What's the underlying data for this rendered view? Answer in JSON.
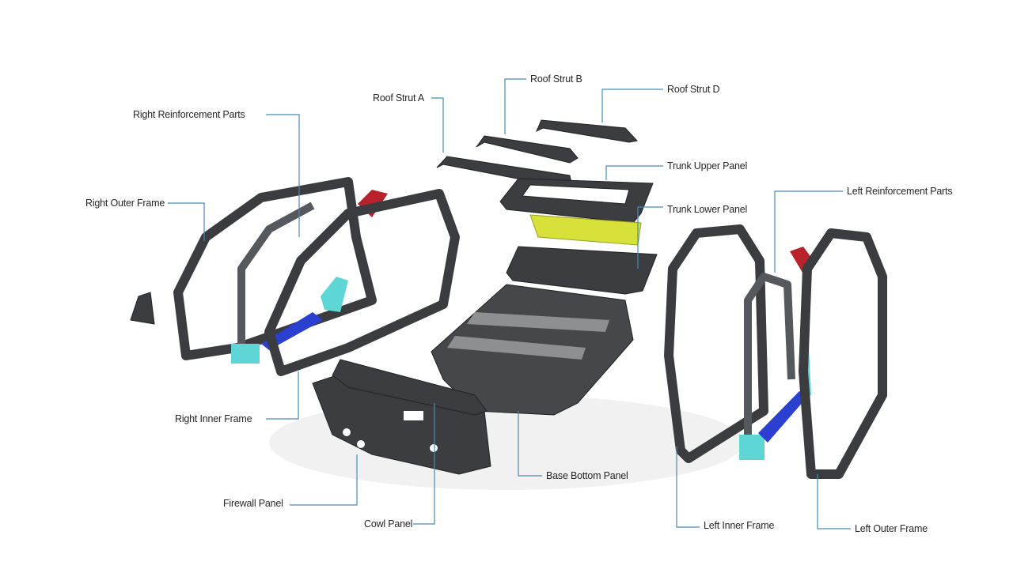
{
  "diagram": {
    "labels": {
      "roof_strut_a": "Roof Strut A",
      "roof_strut_b": "Roof Strut B",
      "roof_strut_d": "Roof Strut D",
      "trunk_upper_panel": "Trunk Upper Panel",
      "trunk_lower_panel": "Trunk Lower Panel",
      "right_reinforcement_parts": "Right Reinforcement Parts",
      "right_outer_frame": "Right Outer Frame",
      "right_inner_frame": "Right Inner Frame",
      "firewall_panel": "Firewall Panel",
      "cowl_panel": "Cowl Panel",
      "base_bottom_panel": "Base Bottom Panel",
      "left_reinforcement_parts": "Left Reinforcement Parts",
      "left_inner_frame": "Left Inner Frame",
      "left_outer_frame": "Left Outer Frame"
    },
    "colors": {
      "leader_line": "#4a8ab5",
      "body_part": "#3b3d40",
      "trunk_lower": "#d8e03a",
      "reinforcement_cyan": "#5fd6d6",
      "reinforcement_blue": "#2b3fd0",
      "bracket_red": "#b8222a"
    }
  }
}
